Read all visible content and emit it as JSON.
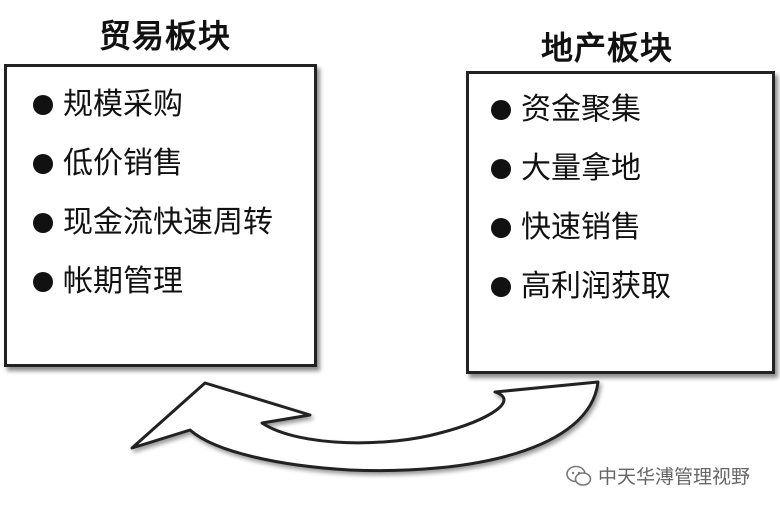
{
  "left_panel": {
    "title": "贸易板块",
    "items": [
      "规模采购",
      "低价销售",
      "现金流快速周转",
      "帐期管理"
    ]
  },
  "right_panel": {
    "title": "地产板块",
    "items": [
      "资金聚集",
      "大量拿地",
      "快速销售",
      "高利润获取"
    ]
  },
  "watermark": {
    "text": "中天华溥管理视野",
    "icon": "wechat-icon"
  }
}
